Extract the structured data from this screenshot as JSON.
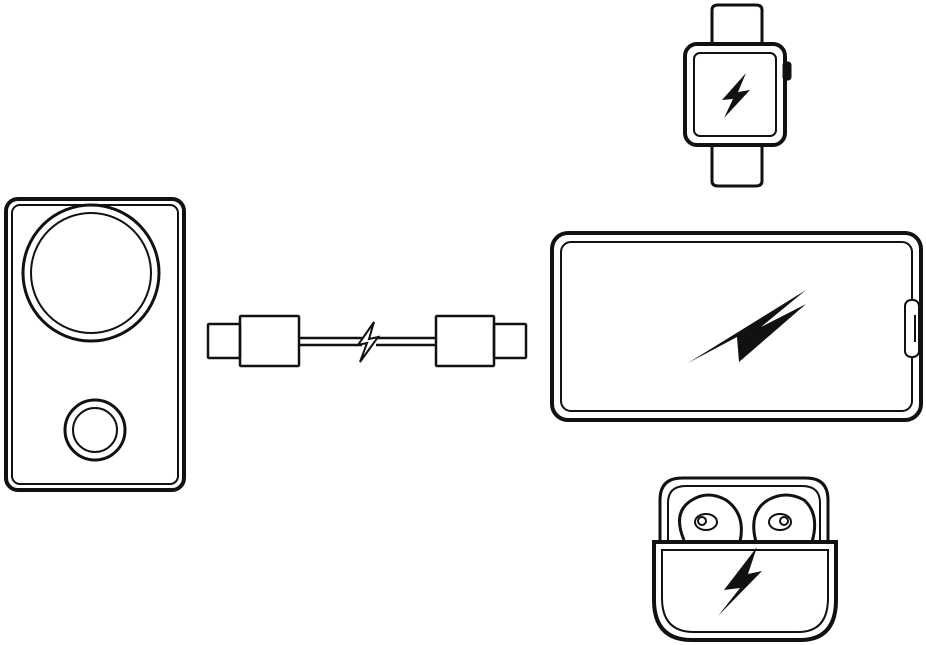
{
  "diagram": {
    "nodes": [
      {
        "id": "charger",
        "icon": "wireless-charger-stand-icon"
      },
      {
        "id": "cable",
        "icon": "usb-c-cable-icon"
      },
      {
        "id": "watch",
        "icon": "smartwatch-icon"
      },
      {
        "id": "phone",
        "icon": "smartphone-icon"
      },
      {
        "id": "earbuds",
        "icon": "earbuds-case-icon"
      }
    ],
    "symbols": {
      "charging": "lightning-bolt-icon"
    },
    "colors": {
      "stroke": "#111111",
      "fill": "#111111",
      "background": "#ffffff"
    }
  }
}
